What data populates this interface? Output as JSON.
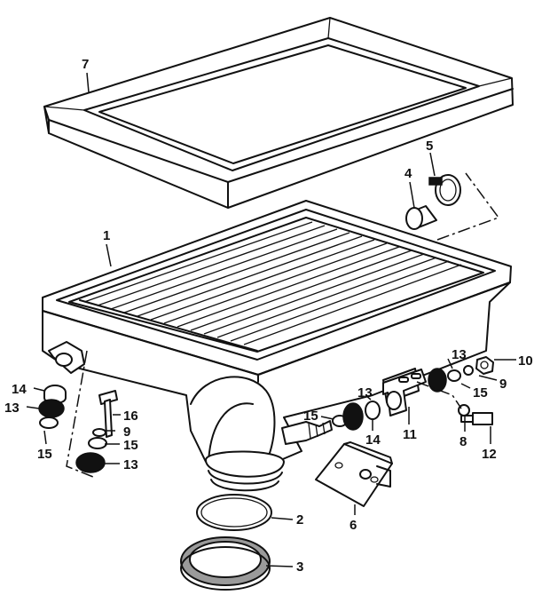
{
  "diagram": {
    "callouts": {
      "c1": "1",
      "c2": "2",
      "c3": "3",
      "c4": "4",
      "c5": "5",
      "c6": "6",
      "c7": "7",
      "c8": "8",
      "c9a": "9",
      "c9b": "9",
      "c10": "10",
      "c11": "11",
      "c12": "12",
      "c13a": "13",
      "c13b": "13",
      "c13c": "13",
      "c13d": "13",
      "c14a": "14",
      "c14b": "14",
      "c15a": "15",
      "c15b": "15",
      "c15c": "15",
      "c15d": "15",
      "c16": "16"
    }
  }
}
